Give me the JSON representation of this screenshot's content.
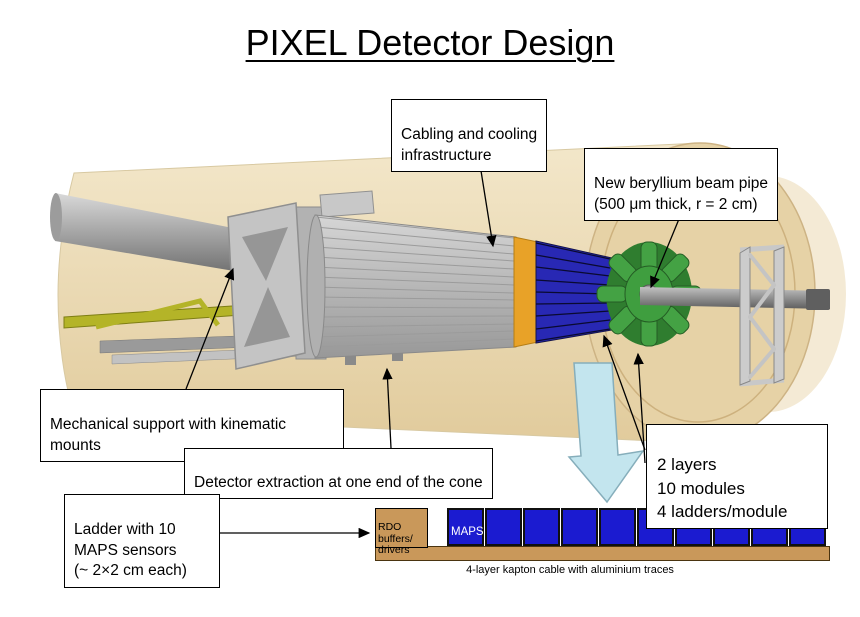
{
  "title": "PIXEL Detector Design",
  "callouts": {
    "cabling": "Cabling and cooling\ninfrastructure",
    "beam_pipe": "New beryllium beam pipe\n(500 μm thick, r = 2 cm)",
    "mechanical": "Mechanical support with kinematic\nmounts",
    "extraction": "Detector extraction at one end of the cone",
    "layers": "2 layers\n10 modules\n4 ladders/module",
    "ladder": "Ladder with 10\nMAPS sensors\n(~ 2×2 cm each)"
  },
  "ladder_diagram": {
    "rdo_label": "RDO\nbuffers/\ndrivers",
    "maps_label": "MAPS",
    "caption": "4-layer kapton cable with aluminium traces",
    "module_count": 10
  },
  "colors": {
    "module_blue": "#1b1bd0",
    "cable_tan": "#c9985a",
    "detector_green": "#44a244",
    "detector_orange": "#e8a228",
    "blue_section": "#2828b4",
    "arrow_fill": "#c3e5ee",
    "arrow_border": "#86aebb",
    "envelope_beige": "#ecd9b0"
  }
}
